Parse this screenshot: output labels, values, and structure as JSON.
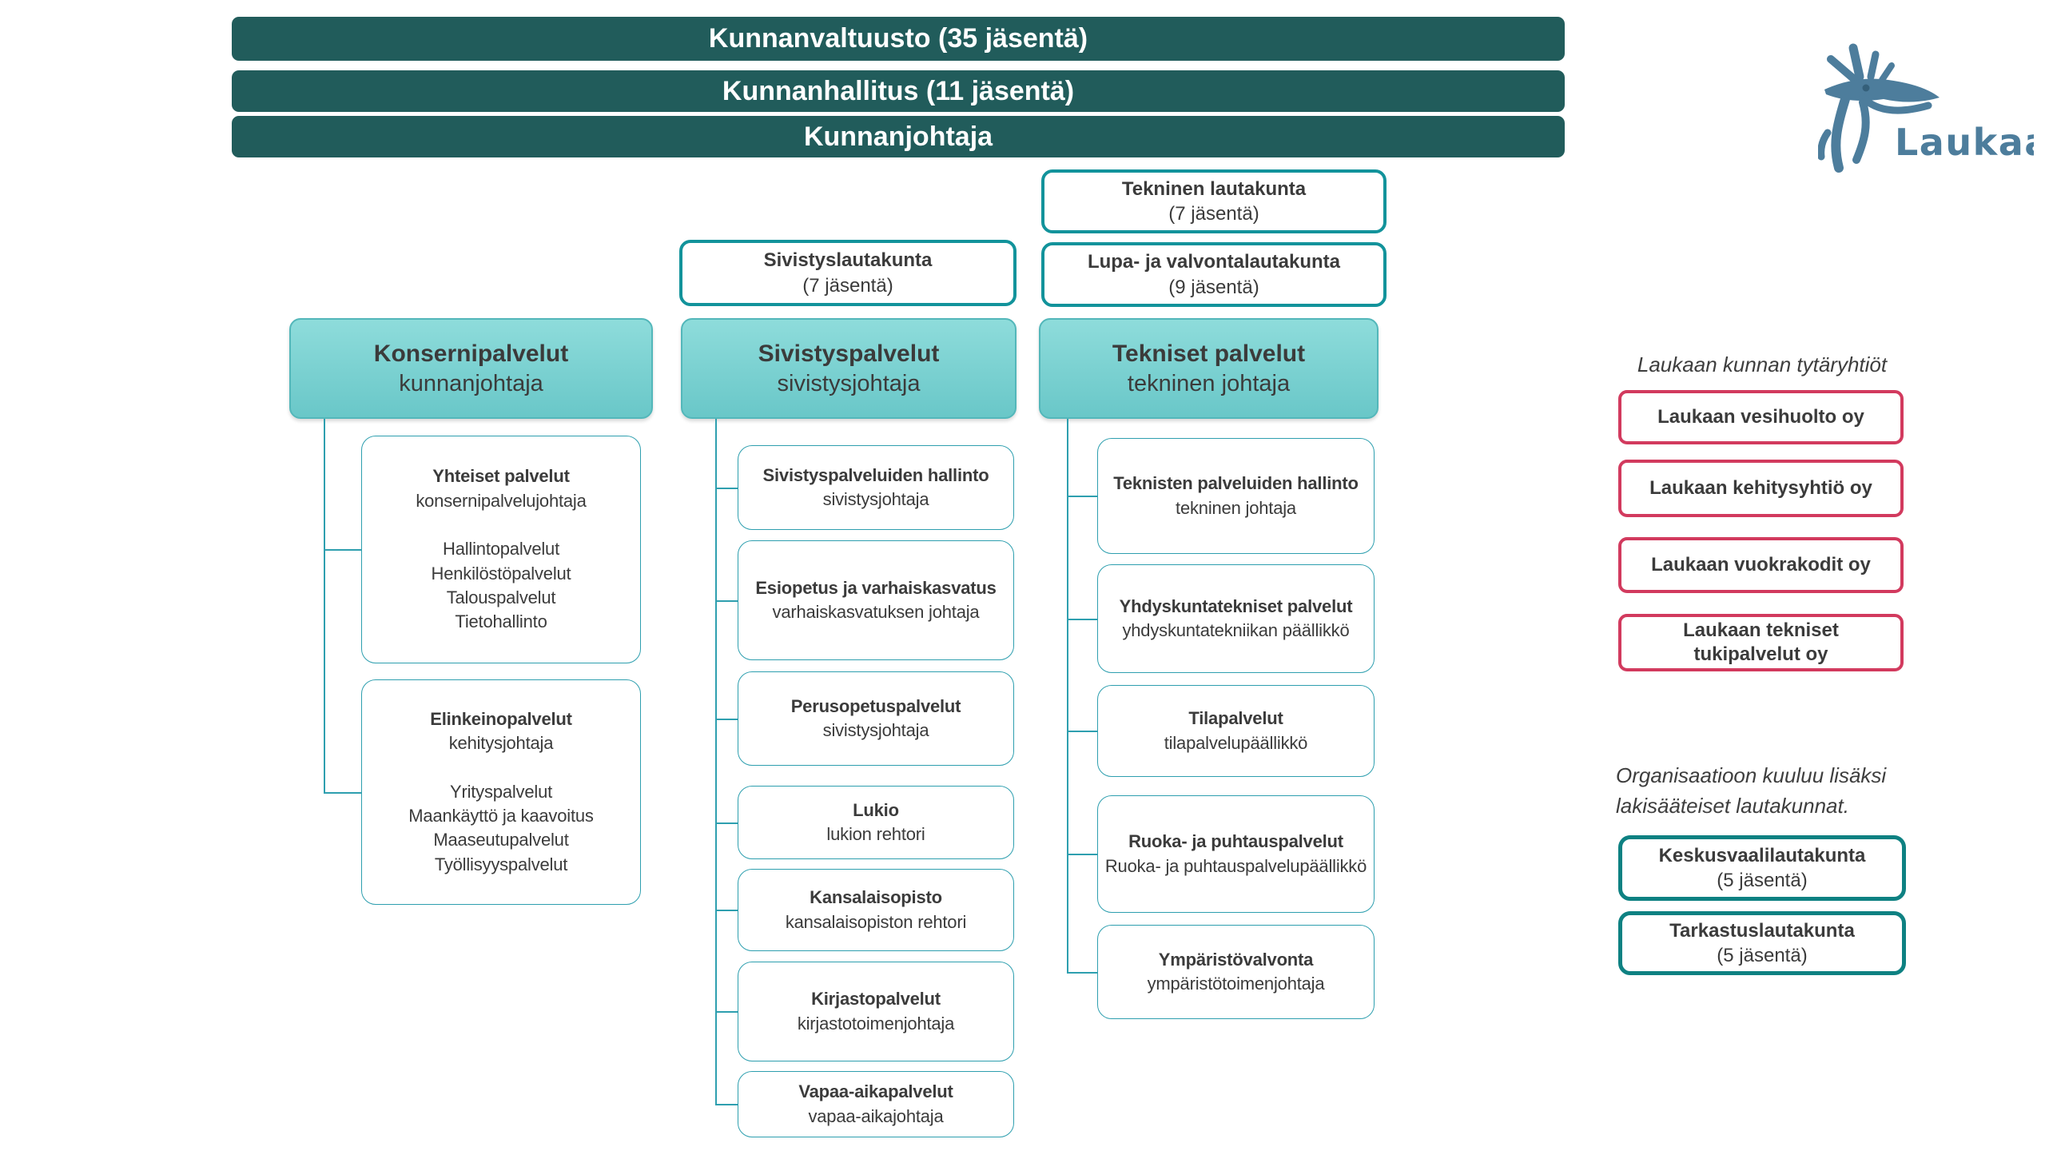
{
  "top_bars": [
    {
      "label": "Kunnanvaltuusto (35 jäsentä)"
    },
    {
      "label": "Kunnanhallitus (11 jäsentä)"
    },
    {
      "label": "Kunnanjohtaja"
    }
  ],
  "committees": [
    {
      "title": "Tekninen lautakunta",
      "members": "(7 jäsentä)"
    },
    {
      "title": "Lupa- ja valvontalautakunta",
      "members": "(9 jäsentä)"
    },
    {
      "title": "Sivistyslautakunta",
      "members": "(7 jäsentä)"
    }
  ],
  "columns": [
    {
      "header": {
        "title": "Konsernipalvelut",
        "subtitle": "kunnanjohtaja"
      },
      "boxes": [
        {
          "title": "Yhteiset palvelut",
          "subtitle": "konsernipalvelujohtaja",
          "items": [
            "Hallintopalvelut",
            "Henkilöstöpalvelut",
            "Talouspalvelut",
            "Tietohallinto"
          ]
        },
        {
          "title": "Elinkeinopalvelut",
          "subtitle": "kehitysjohtaja",
          "items": [
            "Yrityspalvelut",
            "Maankäyttö ja kaavoitus",
            "Maaseutupalvelut",
            "Työllisyyspalvelut"
          ]
        }
      ]
    },
    {
      "header": {
        "title": "Sivistyspalvelut",
        "subtitle": "sivistysjohtaja"
      },
      "boxes": [
        {
          "title": "Sivistyspalveluiden hallinto",
          "subtitle": "sivistysjohtaja"
        },
        {
          "title": "Esiopetus ja varhaiskasvatus",
          "subtitle": "varhaiskasvatuksen johtaja"
        },
        {
          "title": "Perusopetuspalvelut",
          "subtitle": "sivistysjohtaja"
        },
        {
          "title": "Lukio",
          "subtitle": "lukion rehtori"
        },
        {
          "title": "Kansalaisopisto",
          "subtitle": "kansalaisopiston rehtori"
        },
        {
          "title": "Kirjastopalvelut",
          "subtitle": "kirjastotoimenjohtaja"
        },
        {
          "title": "Vapaa-aikapalvelut",
          "subtitle": "vapaa-aikajohtaja"
        }
      ]
    },
    {
      "header": {
        "title": "Tekniset palvelut",
        "subtitle": "tekninen johtaja"
      },
      "boxes": [
        {
          "title": "Teknisten palveluiden hallinto",
          "subtitle": "tekninen johtaja"
        },
        {
          "title": "Yhdyskuntatekniset palvelut",
          "subtitle": "yhdyskuntatekniikan päällikkö"
        },
        {
          "title": "Tilapalvelut",
          "subtitle": "tilapalvelupäällikkö"
        },
        {
          "title": "Ruoka- ja puhtauspalvelut",
          "subtitle": "Ruoka- ja puhtauspalvelupäällikkö"
        },
        {
          "title": "Ympäristövalvonta",
          "subtitle": "ympäristötoimenjohtaja"
        }
      ]
    }
  ],
  "subsidiaries": {
    "caption": "Laukaan kunnan tytäryhtiöt",
    "companies": [
      "Laukaan vesihuolto oy",
      "Laukaan kehitysyhtiö oy",
      "Laukaan vuokrakodit oy",
      "Laukaan tekniset tukipalvelut oy"
    ]
  },
  "statutory": {
    "caption": "Organisaatioon kuuluu lisäksi lakisääteiset lautakunnat.",
    "boards": [
      {
        "title": "Keskusvaalilautakunta",
        "members": "(5 jäsentä)"
      },
      {
        "title": "Tarkastuslautakunta",
        "members": "(5 jäsentä)"
      }
    ]
  },
  "logo": {
    "wordmark": "Laukaa"
  },
  "colors": {
    "bar_bg": "#215C5B",
    "committee_border": "#12939B",
    "dept_fill_top": "#8EDCDB",
    "dept_fill_bottom": "#69C7C8",
    "dept_border": "#53B7BA",
    "unit_border": "#2E9FAF",
    "subsidiary_border": "#D23A5E",
    "board_border": "#0E8182",
    "logo_blue": "#4D7D9C",
    "text": "#3B3B3B"
  }
}
